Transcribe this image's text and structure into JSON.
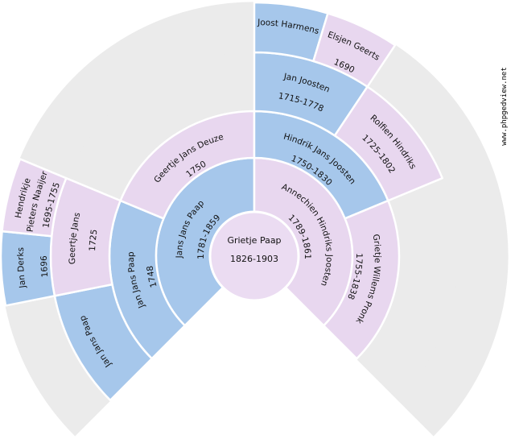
{
  "watermark": "www.phpgedview.net",
  "chart": {
    "type": "genealogy_fan_chart",
    "span_degrees": 270,
    "start_angle_degrees": 225,
    "generation_count": 5,
    "colors": {
      "male": "#a6c7eb",
      "female": "#e8d7ef",
      "center": "#ebdcf2",
      "empty": "#ebebeb",
      "divider": "#ffffff",
      "text": "#111111"
    },
    "center_person": {
      "name": "Grietje Paap",
      "dates": "1826-1903",
      "sex": "female"
    },
    "sectors": [
      {
        "gen": 2,
        "slot": 0,
        "name": "Jans Jans Paap",
        "dates": "1781-1859",
        "sex": "male"
      },
      {
        "gen": 2,
        "slot": 1,
        "name": "Annechien Hindriks Joosten",
        "dates": "1789-1861",
        "sex": "female"
      },
      {
        "gen": 3,
        "slot": 0,
        "name": "Jan Jans Paap",
        "dates": "1748",
        "sex": "male"
      },
      {
        "gen": 3,
        "slot": 1,
        "name": "Geertje Jans Deuze",
        "dates": "1750",
        "sex": "female"
      },
      {
        "gen": 3,
        "slot": 2,
        "name": "Hindrik Jans Joosten",
        "dates": "1750-1830",
        "sex": "male"
      },
      {
        "gen": 3,
        "slot": 3,
        "name": "Grietje Willems Pronk",
        "dates": "1755-1838",
        "sex": "female"
      },
      {
        "gen": 4,
        "slot": 0,
        "name": "Jan Jans Paap",
        "dates": "",
        "sex": "male"
      },
      {
        "gen": 4,
        "slot": 1,
        "name": "Geertje Jans",
        "dates": "1725",
        "sex": "female"
      },
      {
        "gen": 4,
        "slot": 4,
        "name": "Jan Joosten",
        "dates": "1715-1778",
        "sex": "male"
      },
      {
        "gen": 4,
        "slot": 5,
        "name": "Rolfien Hindriks",
        "dates": "1725-1802",
        "sex": "female"
      },
      {
        "gen": 5,
        "slot": 2,
        "name": "Jan Derks",
        "dates": "1696",
        "sex": "male"
      },
      {
        "gen": 5,
        "slot": 3,
        "name": "Hendrikje",
        "name2": "Pieters Naaijer",
        "dates": "1695-1755",
        "sex": "female"
      },
      {
        "gen": 5,
        "slot": 8,
        "name": "Joost Harmens",
        "dates": "",
        "sex": "male"
      },
      {
        "gen": 5,
        "slot": 9,
        "name": "Elsjen Geerts",
        "dates": "1690",
        "sex": "female"
      }
    ],
    "empty_runs": [
      {
        "gen": 4,
        "from_slot": 2,
        "to_slot": 3
      },
      {
        "gen": 4,
        "from_slot": 6,
        "to_slot": 7
      },
      {
        "gen": 5,
        "from_slot": 0,
        "to_slot": 1
      },
      {
        "gen": 5,
        "from_slot": 4,
        "to_slot": 7
      },
      {
        "gen": 5,
        "from_slot": 10,
        "to_slot": 15
      }
    ]
  }
}
